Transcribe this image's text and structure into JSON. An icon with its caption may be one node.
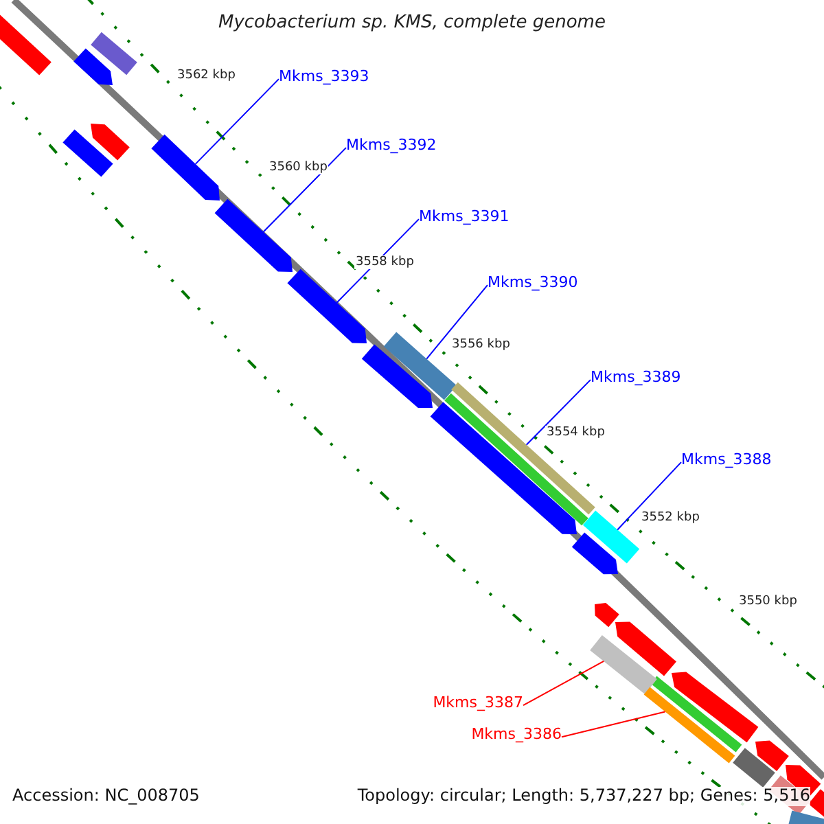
{
  "diagram": {
    "title": "Mycobacterium sp. KMS, complete genome",
    "nodes": [
      {
        "text": [
          "Mkms_3393"
        ]
      },
      {
        "text": [
          "Mkms_3392"
        ]
      },
      {
        "text": [
          "Mkms_3391"
        ]
      },
      {
        "text": [
          "Mkms_3390"
        ]
      },
      {
        "text": [
          "Mkms_3389"
        ]
      },
      {
        "text": [
          "Mkms_3388"
        ]
      },
      {
        "text": [
          "Mkms_3387"
        ]
      },
      {
        "text": [
          "Mkms_3386"
        ]
      },
      {
        "text": [],
        "shape": "pentagon"
      },
      {
        "text": [],
        "shape": "pentagon"
      },
      {
        "text": [],
        "shape": "pentagon"
      },
      {
        "text": [],
        "shape": "bar"
      },
      {
        "text": [],
        "shape": "bar"
      },
      {
        "text": [],
        "shape": "bar"
      },
      {
        "text": [],
        "shape": "bar"
      },
      {
        "text": [],
        "shape": "bar"
      }
    ],
    "edges": [
      {
        "from": 0,
        "to": 8,
        "arrow": "none"
      },
      {
        "from": 1,
        "to": 9,
        "arrow": "none"
      },
      {
        "from": 2,
        "to": 10,
        "arrow": "none"
      },
      {
        "from": 3,
        "to": 11,
        "arrow": "none"
      },
      {
        "from": 4,
        "to": 12,
        "arrow": "none"
      },
      {
        "from": 5,
        "to": 13,
        "arrow": "none"
      },
      {
        "from": 6,
        "to": 14,
        "arrow": "none",
        "color": "#ff0000"
      },
      {
        "from": 7,
        "to": 15,
        "arrow": "none",
        "color": "#ff0000"
      }
    ],
    "labels": [
      "3562 kbp",
      "3560 kbp",
      "3558 kbp",
      "3556 kbp",
      "3554 kbp",
      "3552 kbp",
      "3550 kbp",
      "Accession: NC_008705",
      "Topology: circular; Length: 5,737,227 bp; Genes: 5,516"
    ]
  }
}
